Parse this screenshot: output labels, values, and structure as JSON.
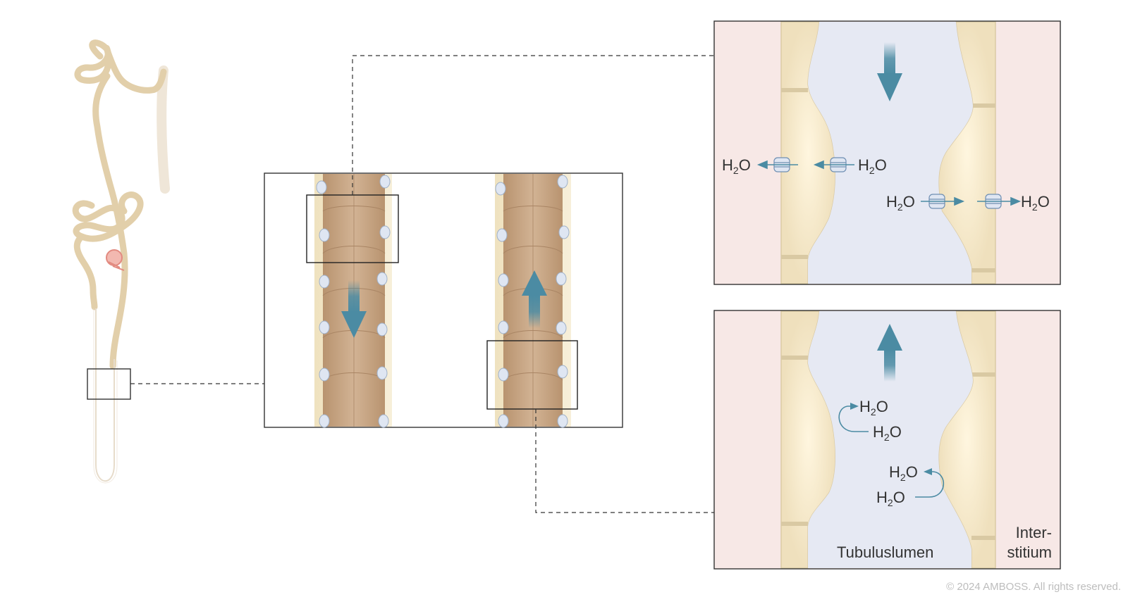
{
  "labels": {
    "h2o": "H2O",
    "lumen": "Tubuluslumen",
    "interstitium_line1": "Inter-",
    "interstitium_line2": "stitium"
  },
  "copyright": "© 2024 AMBOSS. All rights reserved.",
  "colors": {
    "arrow": "#4b8ba3",
    "tubule_cells": "#c9a888",
    "nephron": "#e2cfaa",
    "lumen": "#e6e9f3",
    "interstitium": "#f7e8e6"
  }
}
